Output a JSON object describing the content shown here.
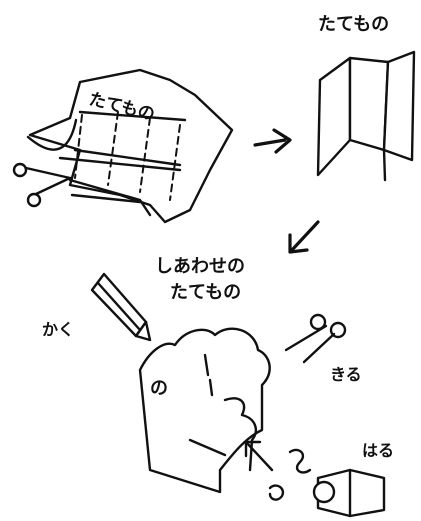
{
  "labels": {
    "paper_title": "たてもの",
    "result_title": "たてもの",
    "happy_line1": "しあわせの",
    "happy_line2": "たてもの",
    "draw": "かく",
    "cut": "きる",
    "stick": "はる",
    "no": "の"
  },
  "colors": {
    "ink": "#111111",
    "paper": "#ffffff"
  },
  "icons": [
    "scissors-icon",
    "arrow-icon",
    "pencil-icon",
    "glue-icon"
  ]
}
